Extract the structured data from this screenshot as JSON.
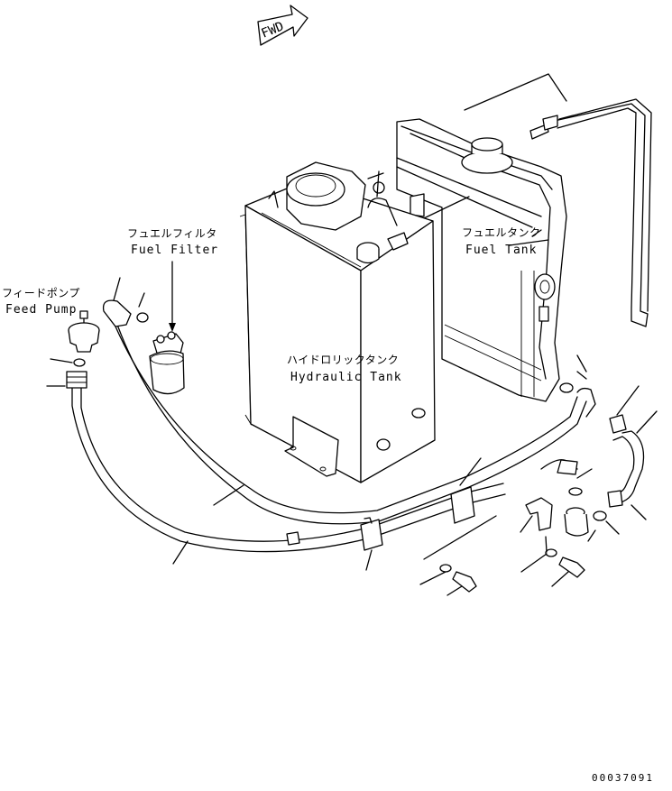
{
  "fwd_label": "FWD",
  "labels": {
    "fuel_filter_jp": "フュエルフィルタ",
    "fuel_filter_en": "Fuel Filter",
    "feed_pump_jp": "フィードポンプ",
    "feed_pump_en": "Feed Pump",
    "fuel_tank_jp": "フュエルタンク",
    "fuel_tank_en": "Fuel Tank",
    "hydraulic_tank_jp": "ハイドロリックタンク",
    "hydraulic_tank_en": "Hydraulic Tank"
  },
  "drawing_code": "00037091"
}
